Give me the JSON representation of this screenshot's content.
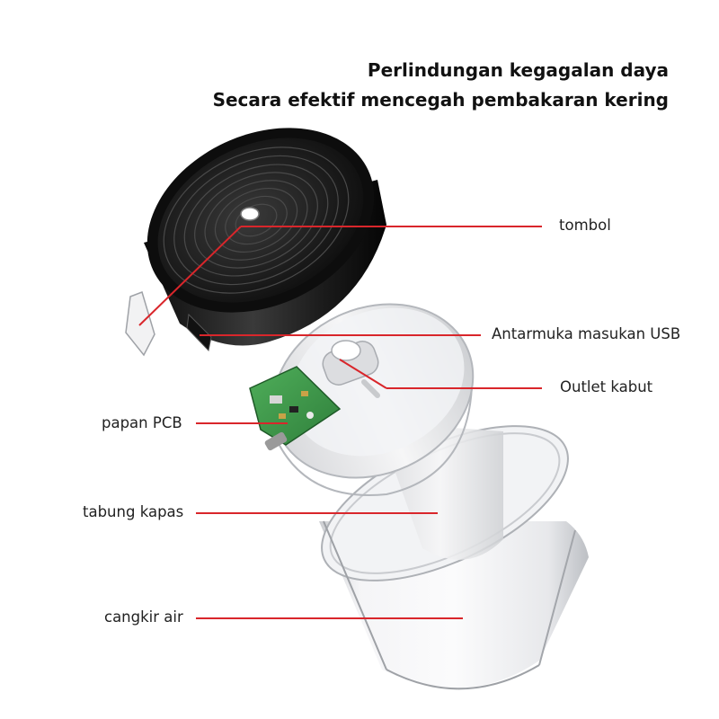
{
  "headline": {
    "line1": "Perlindungan kegagalan daya",
    "line2": "Secara efektif mencegah pembakaran kering"
  },
  "callouts": {
    "button": "tombol",
    "usb": "Antarmuka masukan USB",
    "mist": "Outlet kabut",
    "pcb": "papan PCB",
    "cotton": "tabung kapas",
    "cup": "cangkir air"
  },
  "colors": {
    "leader_line": "#d9262b",
    "cap_body": "#161616",
    "pcb_green": "#3f9a4c"
  }
}
